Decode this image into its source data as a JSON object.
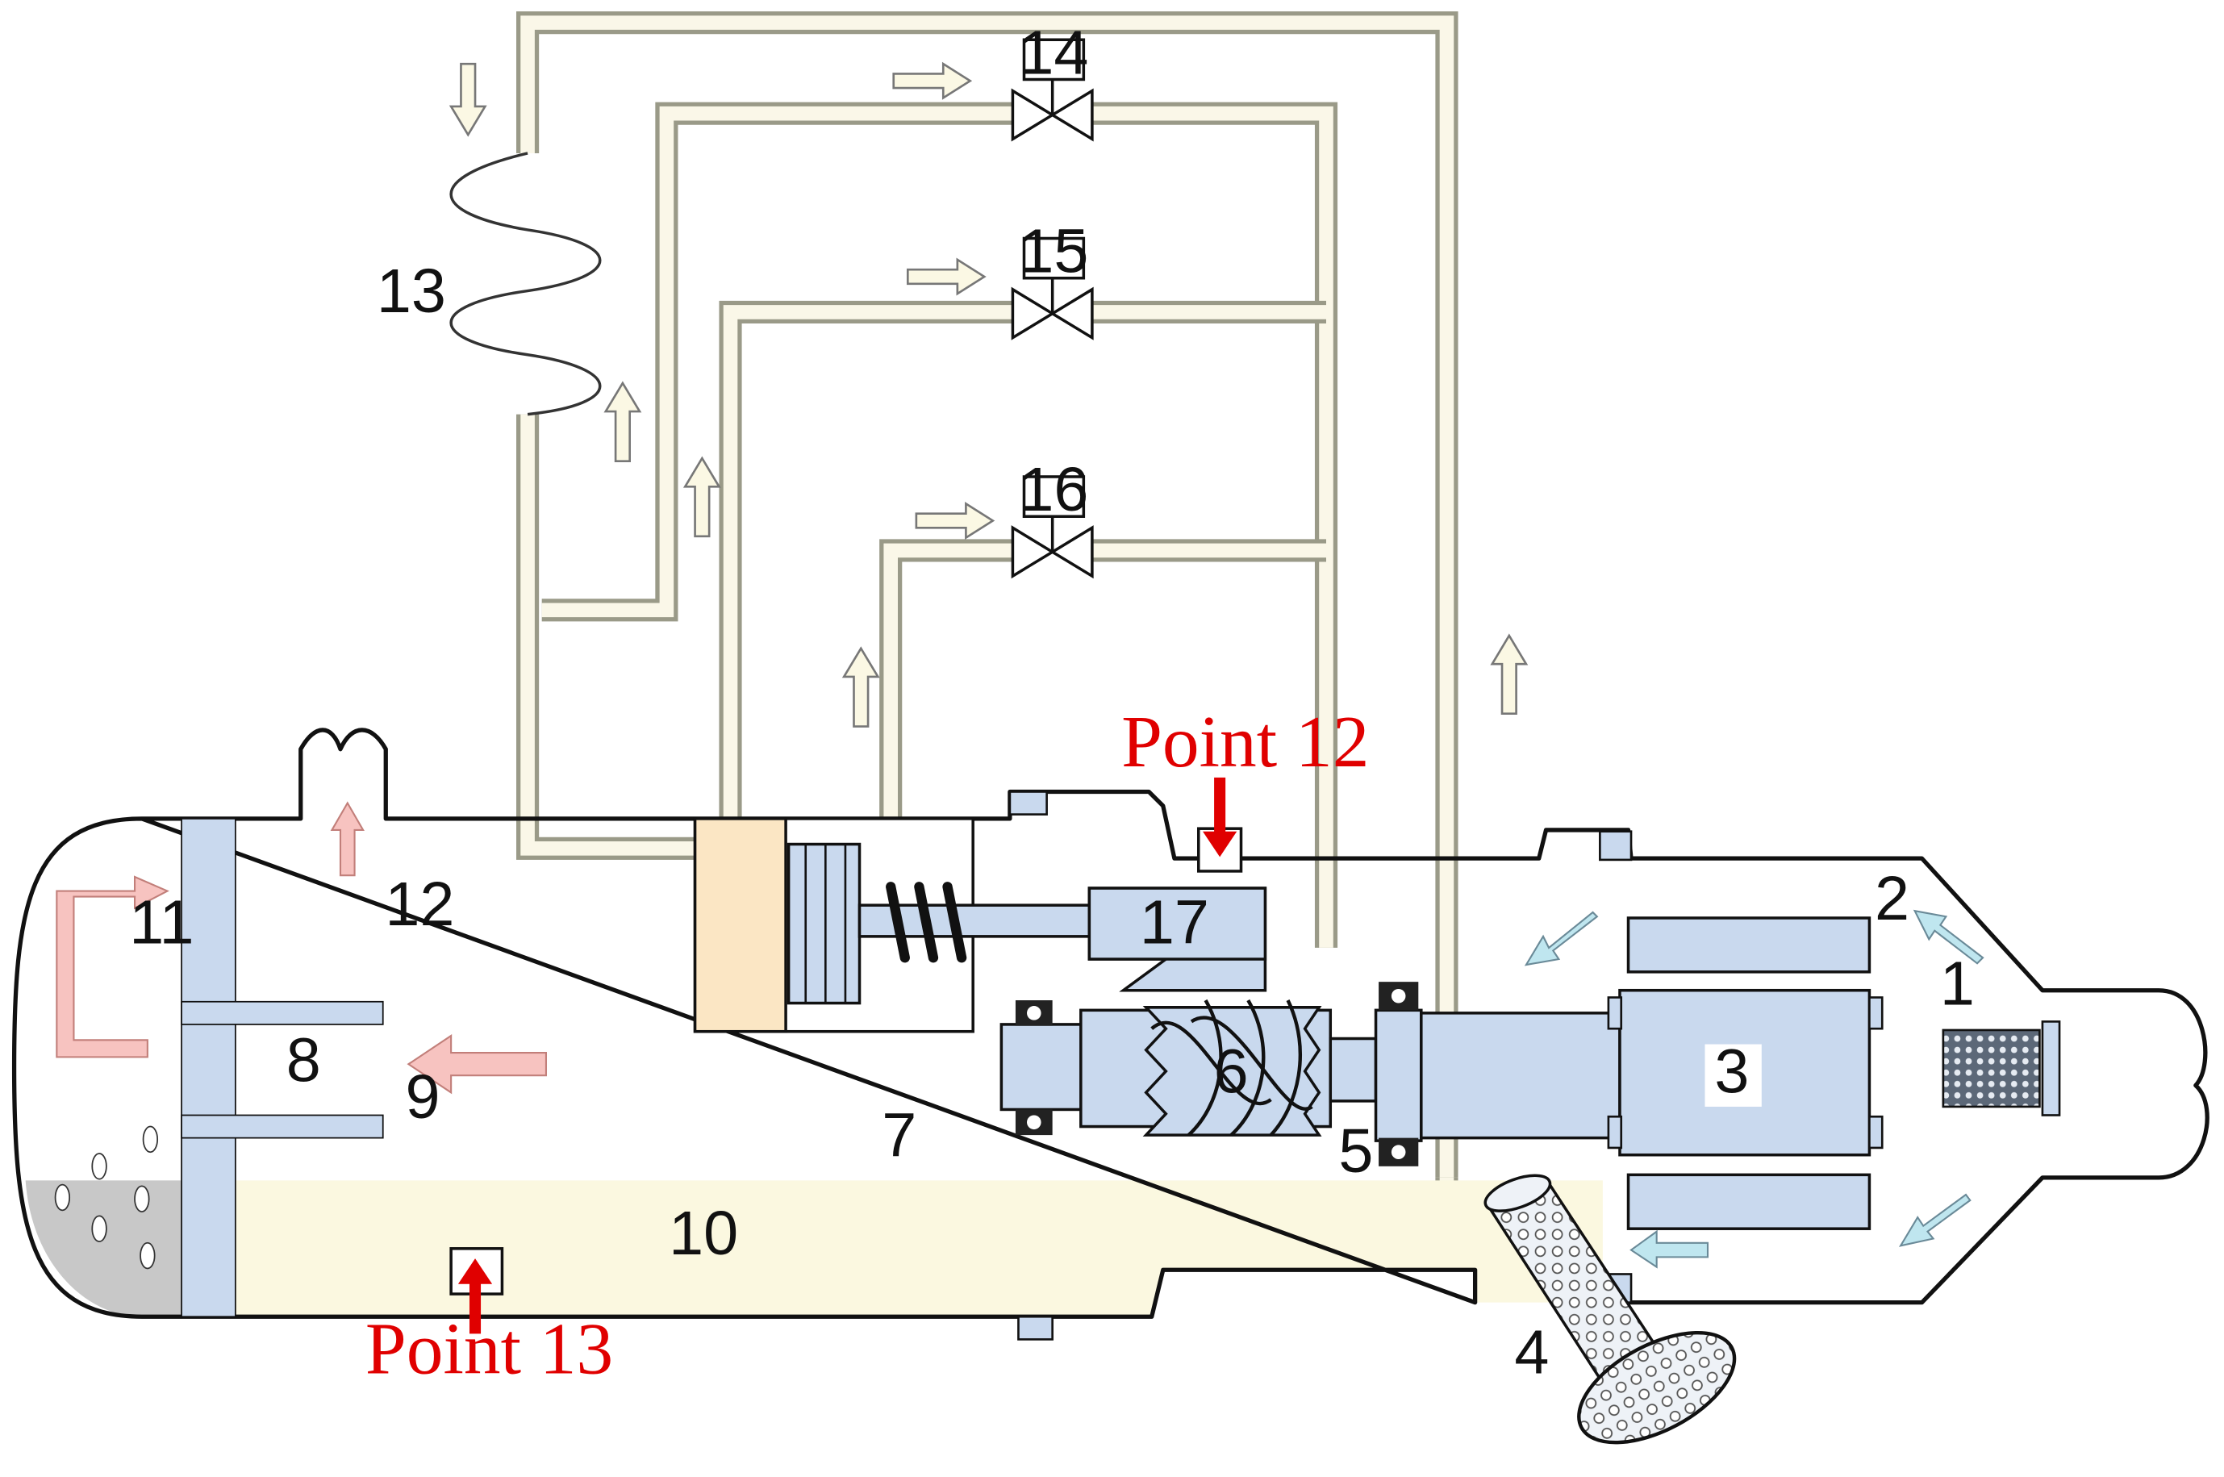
{
  "labels": {
    "n1": "1",
    "n2": "2",
    "n3": "3",
    "n4": "4",
    "n5": "5",
    "n6": "6",
    "n7": "7",
    "n8": "8",
    "n9": "9",
    "n10": "10",
    "n11": "11",
    "n12": "12",
    "n13": "13",
    "n14": "14",
    "n15": "15",
    "n16": "16",
    "n17": "17"
  },
  "points": {
    "p12": "Point 12",
    "p13": "Point 13"
  },
  "colors": {
    "outline": "#111111",
    "pipe_fill": "#faf7e8",
    "pipe_stroke": "#9a9a88",
    "part_blue": "#c9d9ee",
    "oil": "#fbf8e0",
    "oil_sump": "#c8c8c8",
    "valve_block": "#fbe6c4",
    "flow_cold": "#bfe6ef",
    "flow_hot": "#f7c3c0",
    "flow_gas": "#fbf8e4",
    "point_red": "#e00000"
  },
  "icons": {
    "valve": "valve-icon",
    "arrow": "arrow-icon",
    "heater": "coil-icon",
    "filter": "filter-icon"
  }
}
